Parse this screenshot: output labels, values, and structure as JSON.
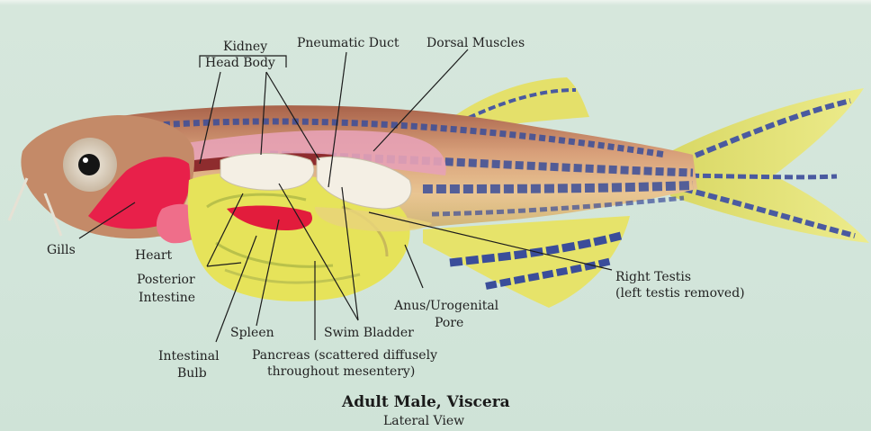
{
  "title": "Adult Male, Viscera",
  "subtitle": "Lateral View",
  "labels": {
    "kidney": "Kidney",
    "head_body": "Head Body",
    "pneumatic_duct": "Pneumatic Duct",
    "dorsal_muscles": "Dorsal Muscles",
    "gills": "Gills",
    "heart": "Heart",
    "posterior_intestine_1": "Posterior",
    "posterior_intestine_2": "Intestine",
    "intestinal_bulb_1": "Intestinal",
    "intestinal_bulb_2": "Bulb",
    "spleen": "Spleen",
    "pancreas_1": "Pancreas (scattered diffusely",
    "pancreas_2": "throughout mesentery)",
    "swim_bladder": "Swim Bladder",
    "anus_1": "Anus/Urogenital",
    "anus_2": "Pore",
    "right_testis_1": "Right Testis",
    "right_testis_2": "(left testis removed)"
  },
  "colors": {
    "background": "#d2e5da",
    "gills": "#e8204a",
    "kidney": "#8e2c2e",
    "intestine": "#e6e35a",
    "swim_bladder": "#f4efe4",
    "stripe": "#3a4d9a",
    "fin": "#e4e36a",
    "body": "#c99a6a"
  }
}
